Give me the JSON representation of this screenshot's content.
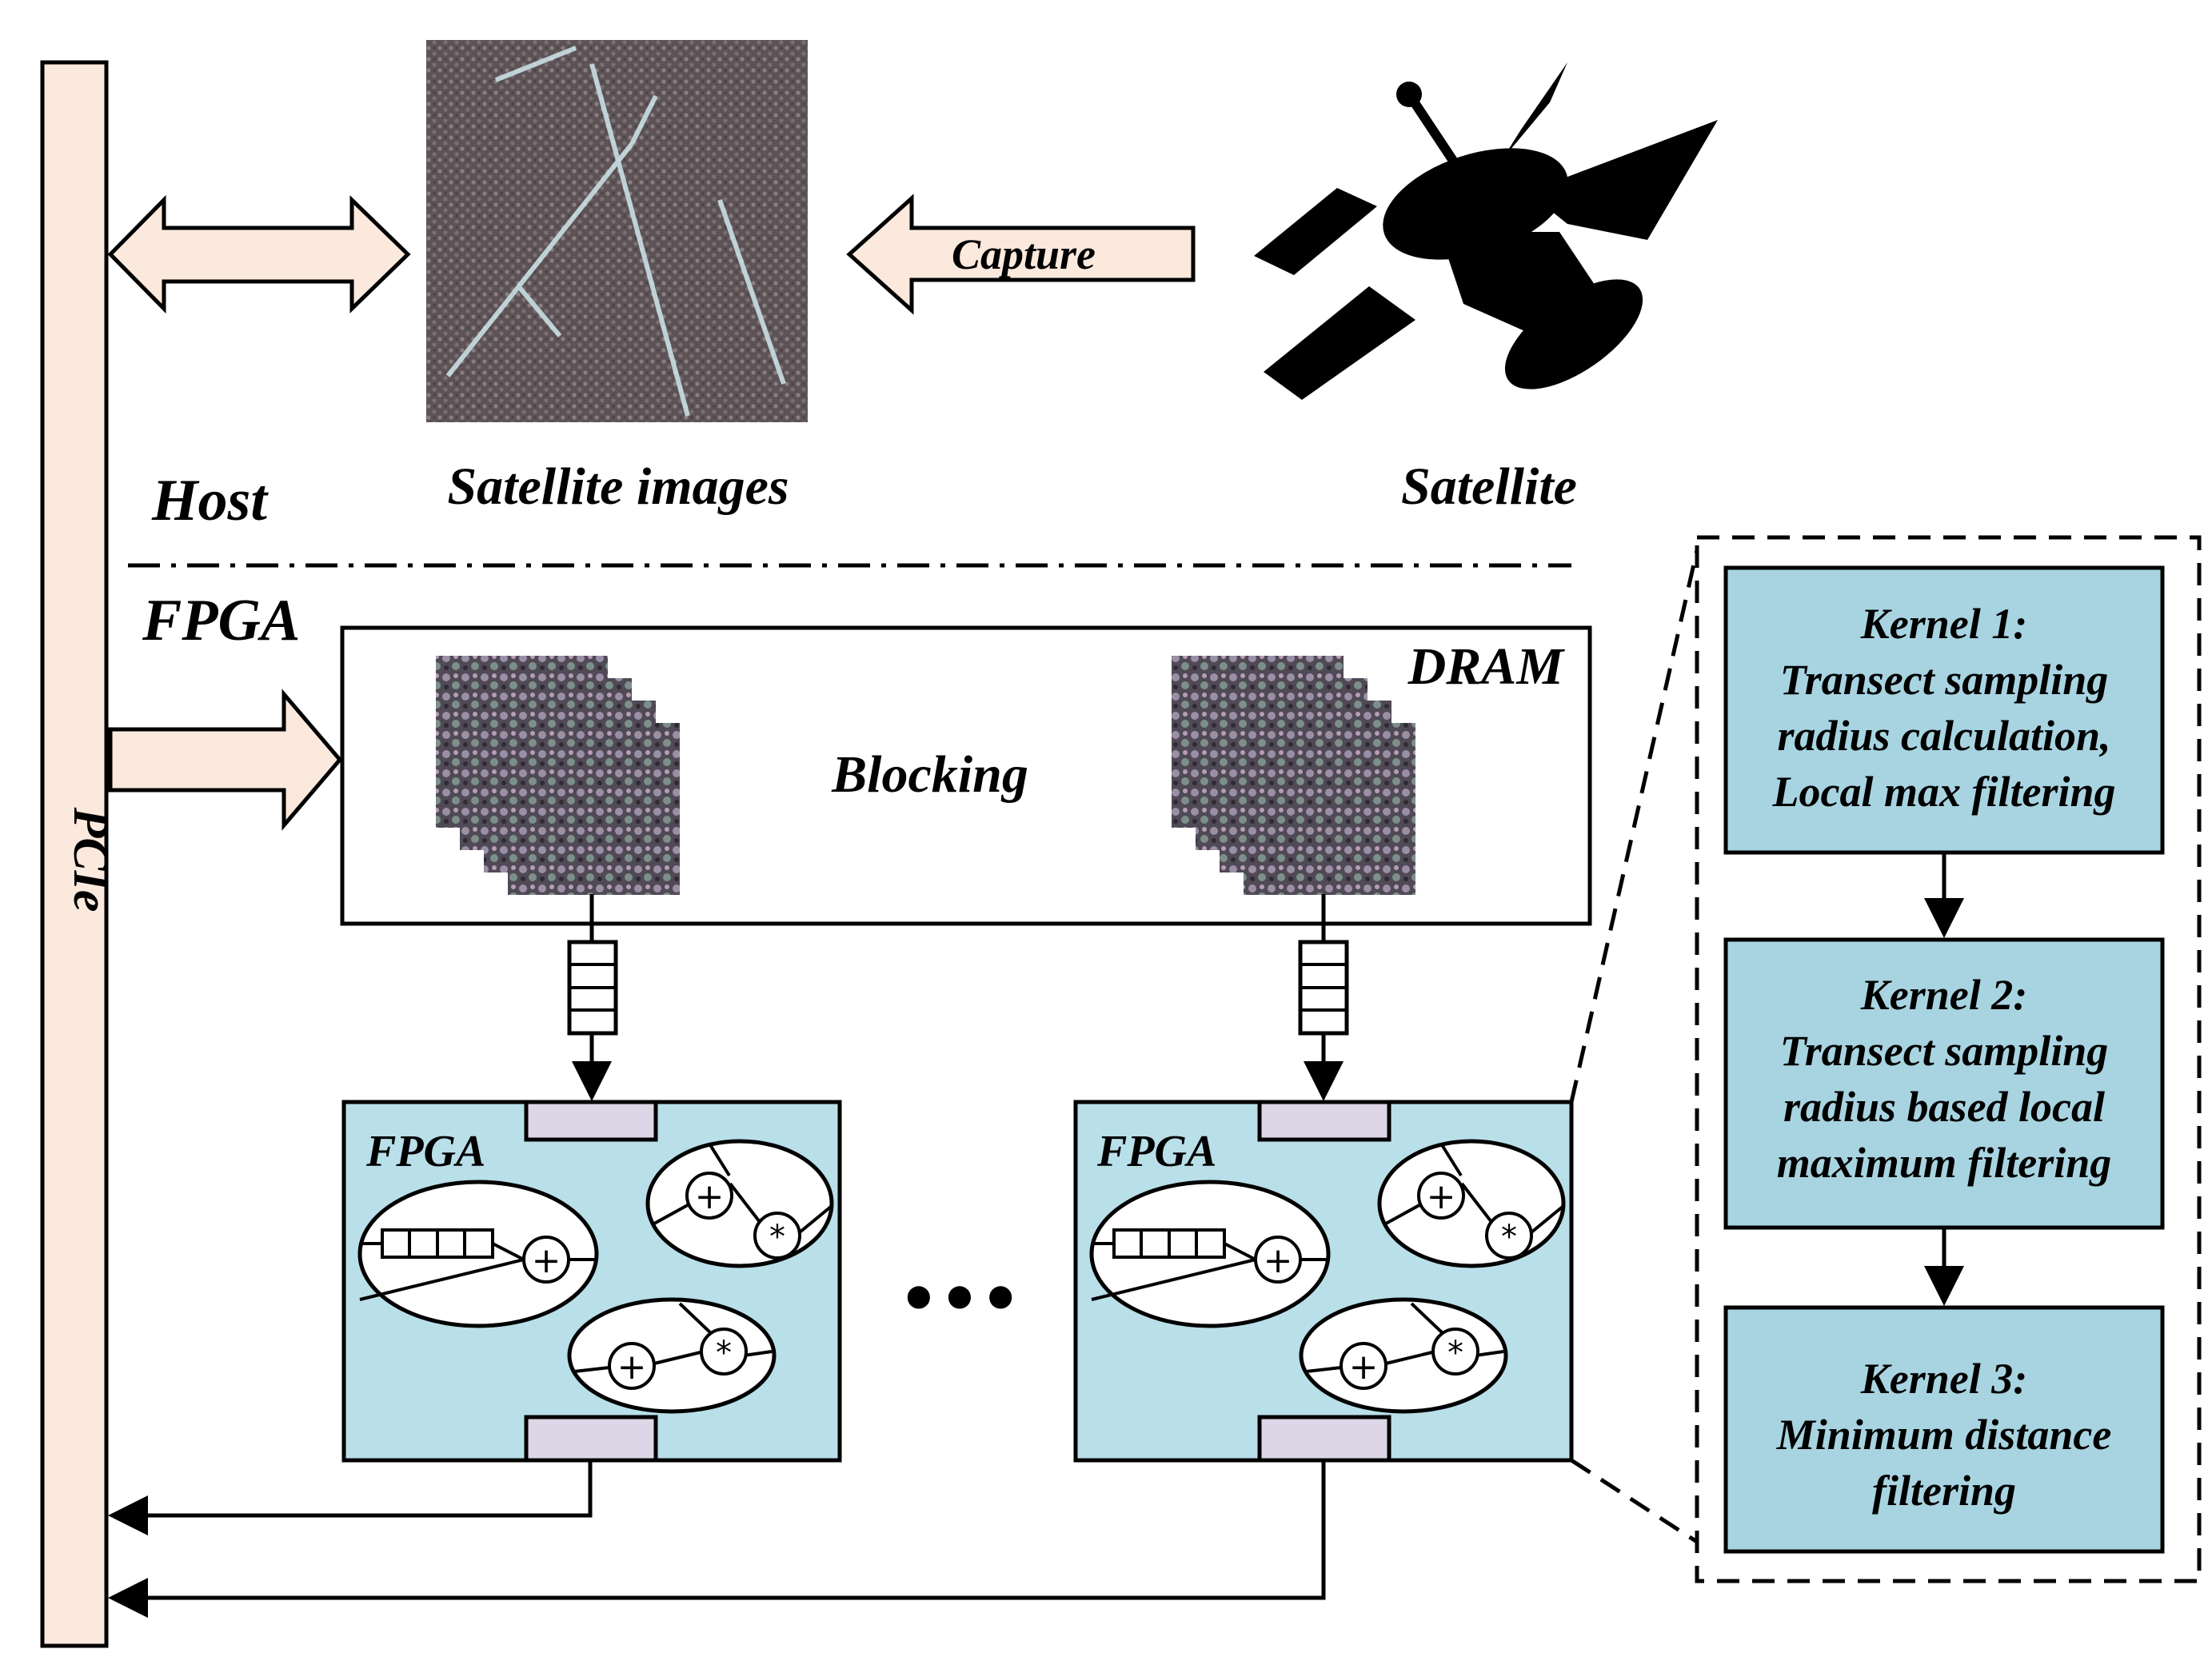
{
  "labels": {
    "pcie": "PCIe",
    "capture": "Capture",
    "host": "Host",
    "satellite_images": "Satellite images",
    "satellite": "Satellite",
    "fpga": "FPGA",
    "dram": "DRAM",
    "blocking": "Blocking",
    "fpga_unit_left": "FPGA",
    "fpga_unit_right": "FPGA",
    "ellipsis": "•••"
  },
  "kernels": [
    {
      "title": "Kernel 1:",
      "lines": [
        "Transect sampling",
        "radius calculation,",
        "Local max filtering"
      ]
    },
    {
      "title": "Kernel 2:",
      "lines": [
        "Transect sampling",
        "radius based local",
        "maximum filtering"
      ]
    },
    {
      "title": "Kernel 3:",
      "lines": [
        "Minimum distance",
        "filtering"
      ]
    }
  ],
  "ops": {
    "plus": "+",
    "times": "*"
  },
  "colors": {
    "pcie_fill": "#fce9dd",
    "fpga_fill": "#b9dfe9",
    "kernel_fill": "#a8d4e1",
    "port_fill": "#ddd6e6",
    "stroke": "#000000"
  }
}
